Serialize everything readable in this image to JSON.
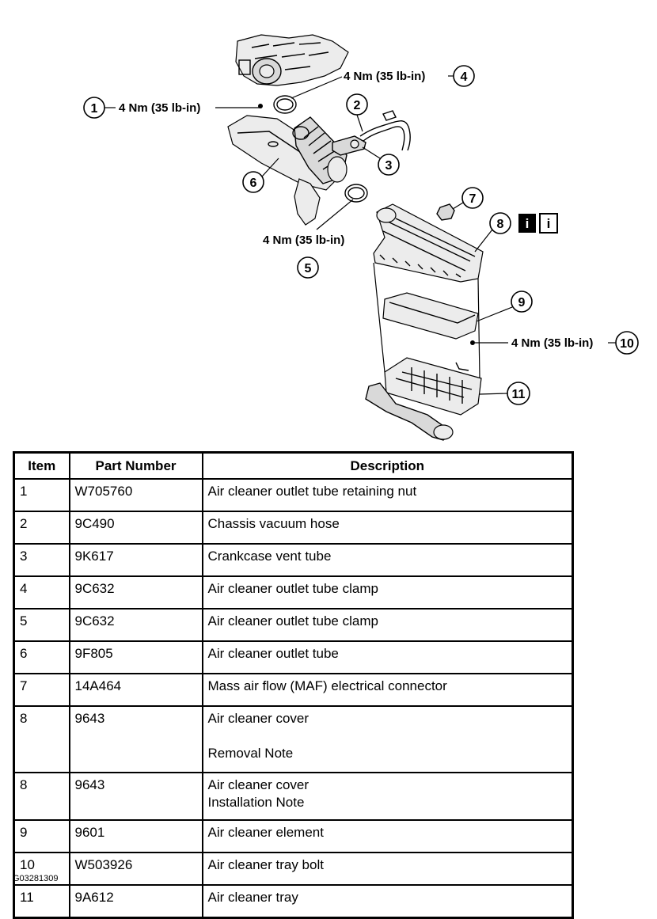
{
  "callouts": [
    {
      "num": "1",
      "torque": "4 Nm (35 lb-in)"
    },
    {
      "num": "2"
    },
    {
      "num": "3"
    },
    {
      "num": "4",
      "torque": "4 Nm (35 lb-in)"
    },
    {
      "num": "5",
      "torque": "4 Nm (35 lb-in)"
    },
    {
      "num": "6"
    },
    {
      "num": "7"
    },
    {
      "num": "8"
    },
    {
      "num": "9"
    },
    {
      "num": "10",
      "torque": "4 Nm (35 lb-in)"
    },
    {
      "num": "11"
    }
  ],
  "info_icons": [
    "info-icon-dark",
    "info-icon-light"
  ],
  "table": {
    "headers": {
      "item": "Item",
      "part_number": "Part Number",
      "description": "Description"
    },
    "rows": [
      {
        "item": "1",
        "part": "W705760",
        "desc": "Air cleaner outlet tube retaining nut"
      },
      {
        "item": "2",
        "part": "9C490",
        "desc": "Chassis vacuum hose"
      },
      {
        "item": "3",
        "part": "9K617",
        "desc": "Crankcase vent tube"
      },
      {
        "item": "4",
        "part": "9C632",
        "desc": "Air cleaner outlet tube clamp"
      },
      {
        "item": "5",
        "part": "9C632",
        "desc": "Air cleaner outlet tube clamp"
      },
      {
        "item": "6",
        "part": "9F805",
        "desc": "Air cleaner outlet tube"
      },
      {
        "item": "7",
        "part": "14A464",
        "desc": "Mass air flow (MAF) electrical connector"
      },
      {
        "item": "8",
        "part": "9643",
        "desc": "Air cleaner cover",
        "note": "Removal Note"
      },
      {
        "item": "8",
        "part": "9643",
        "desc": "Air cleaner cover",
        "note": "Installation Note"
      },
      {
        "item": "9",
        "part": "9601",
        "desc": "Air cleaner element"
      },
      {
        "item": "10",
        "part": "W503926",
        "desc": "Air cleaner tray bolt"
      },
      {
        "item": "11",
        "part": "9A612",
        "desc": "Air cleaner tray"
      }
    ]
  },
  "figure_id": "G03281309"
}
